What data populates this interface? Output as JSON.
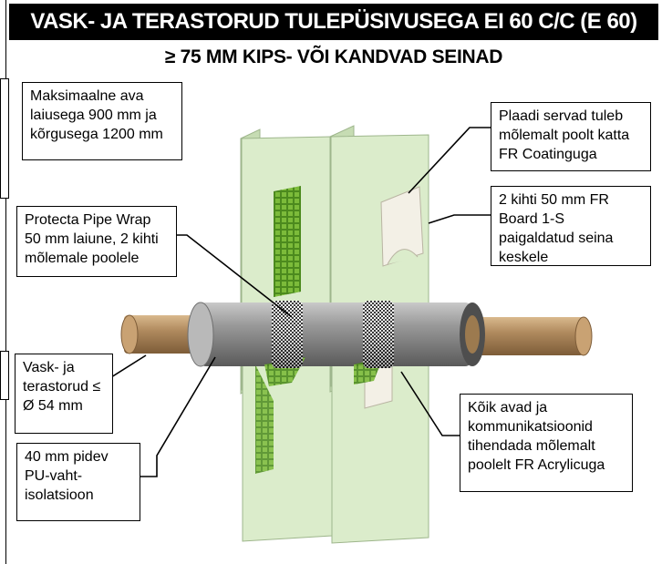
{
  "title": "VASK- JA TERASTORUD TULEPÜSIVUSEGA EI 60 C/C (E 60)",
  "subtitle": "≥ 75 MM KIPS- VÕI KANDVAD SEINAD",
  "callouts": {
    "opening": "Maksimaalne ava laiusega 900 mm ja kõrgusega 1200 mm",
    "board_edges": "Plaadi servad tuleb mõlemalt poolt katta FR Coatinguga",
    "board": "2 kihti 50 mm FR Board 1-S paigaldatud seina keskele",
    "pipe_wrap": "Protecta Pipe Wrap 50 mm laiune, 2 kihti mõlemale poolele",
    "pipes": "Vask- ja terastorud ≤ Ø 54 mm",
    "insulation": "40 mm pidev PU-vaht-isolatsioon",
    "sealant": "Kõik avad ja kommunikatsioonid tihendada mõlemalt poolelt FR Acrylicuga"
  },
  "colors": {
    "wall": "#dbeccb",
    "wall_edge": "#b9cfa8",
    "insulation": "#8a8a8a",
    "pipe": "#b08a5e",
    "board": "#f2efe6",
    "mesh": "#5f9a2a"
  }
}
